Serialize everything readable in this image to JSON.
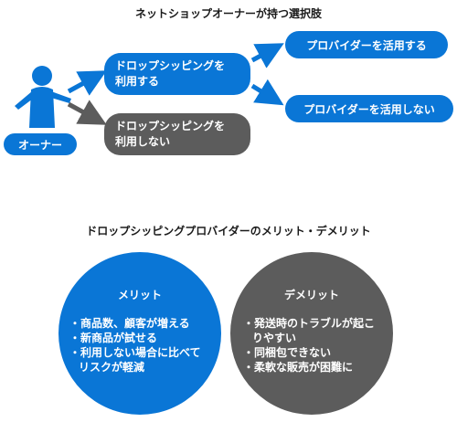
{
  "top_title": "ネットショップオーナーが持つ選択肢",
  "owner_label": "オーナー",
  "choices": {
    "use": "ドロップシッピングを\n利用する",
    "not_use": "ドロップシッピングを\n利用しない"
  },
  "providers": {
    "use": "プロバイダーを活用する",
    "not_use": "プロバイダーを活用しない"
  },
  "bottom_title": "ドロップシッピングプロバイダーのメリット・デメリット",
  "merit": {
    "title": "メリット",
    "items": [
      "・商品数、顧客が増える",
      "・新商品が試せる",
      "・利用しない場合に比べて\nリスクが軽減"
    ]
  },
  "demerit": {
    "title": "デメリット",
    "items": [
      "・発送時のトラブルが起こ\nりやすい",
      "・同梱包できない",
      "・柔軟な販売が困難に"
    ]
  },
  "colors": {
    "blue": "#0a76d6",
    "gray": "#5c5c5c"
  },
  "icons": {
    "owner": "person-icon"
  }
}
